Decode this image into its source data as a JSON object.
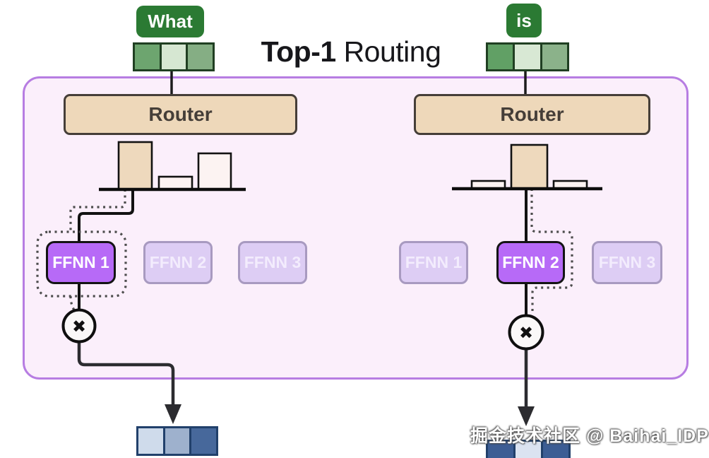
{
  "title": {
    "bold": "Top-1",
    "regular": "Routing"
  },
  "tokens": [
    {
      "label": "What",
      "embedding_colors": [
        "#6da56f",
        "#d6e7d2",
        "#85ae84"
      ]
    },
    {
      "label": "is",
      "embedding_colors": [
        "#61a065",
        "#d8e8d4",
        "#8bb28a"
      ]
    }
  ],
  "router_label": "Router",
  "expert_labels": [
    "FFNN 1",
    "FFNN 2",
    "FFNN 3"
  ],
  "lanes": [
    {
      "token": "What",
      "selected_expert": 1,
      "router_probs": [
        0.67,
        0.18,
        0.51
      ]
    },
    {
      "token": "is",
      "selected_expert": 2,
      "router_probs": [
        0.11,
        0.62,
        0.11
      ]
    }
  ],
  "multiply_symbol": "✖",
  "outputs": [
    {
      "colors": [
        "#cfdbeb",
        "#9eb1cd",
        "#47689b"
      ]
    },
    {
      "colors": [
        "#3c5d94",
        "#dbe3f1",
        "#3c5d94"
      ]
    }
  ],
  "watermark": "掘金技术社区 @ Baihai_IDP",
  "palette": {
    "container_border": "#b77de2",
    "container_fill": "#fbeffb",
    "router_fill": "#eed8ba",
    "router_border": "#453e38",
    "selected_expert_fill": "#b76af7",
    "idle_expert_fill": "#ddcdf4",
    "idle_expert_border": "#a89ac0",
    "token_fill": "#2b7a33",
    "selected_bar_fill": "#eed9bd",
    "idle_bar_fill": "#fcf3f2",
    "line_color": "#121212",
    "dash_color": "#4c4c4c",
    "arrow_color": "#2c2c30"
  }
}
